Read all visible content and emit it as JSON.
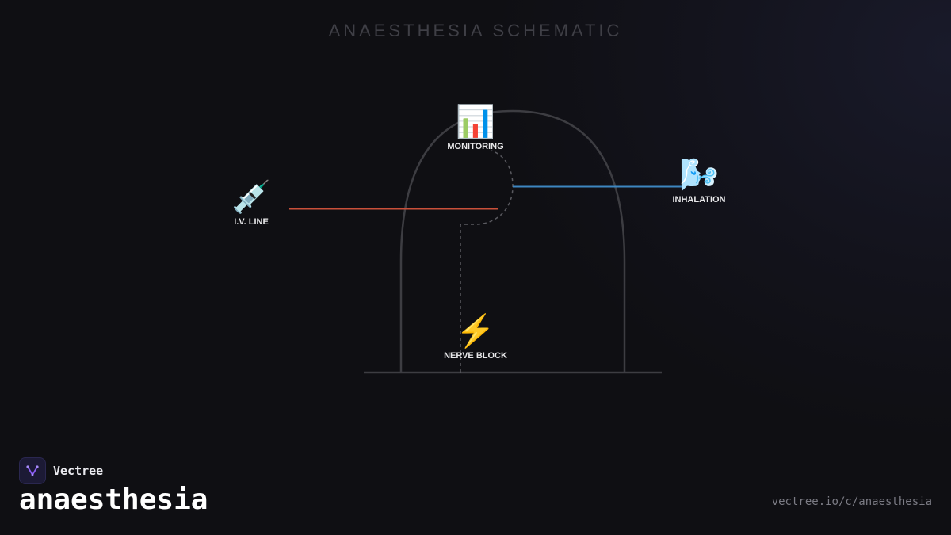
{
  "diagram": {
    "title": "ANAESTHESIA SCHEMATIC",
    "nodes": {
      "iv": {
        "label": "I.V. LINE",
        "icon": "💉",
        "icon_name": "syringe-icon"
      },
      "monitoring": {
        "label": "MONITORING",
        "icon": "📊",
        "icon_name": "bar-chart-icon"
      },
      "inhalation": {
        "label": "INHALATION",
        "icon": "🌬️",
        "icon_name": "wind-face-icon"
      },
      "nerve": {
        "label": "NERVE BLOCK",
        "icon": "⚡",
        "icon_name": "lightning-icon"
      }
    },
    "colors": {
      "outline": "#3d3d42",
      "iv_line": "#c9503a",
      "inhalation_line": "#3d86c0",
      "dashed_path": "#5a5a60"
    }
  },
  "footer": {
    "brand": "Vectree",
    "page_name": "anaesthesia",
    "url": "vectree.io/c/anaesthesia"
  }
}
